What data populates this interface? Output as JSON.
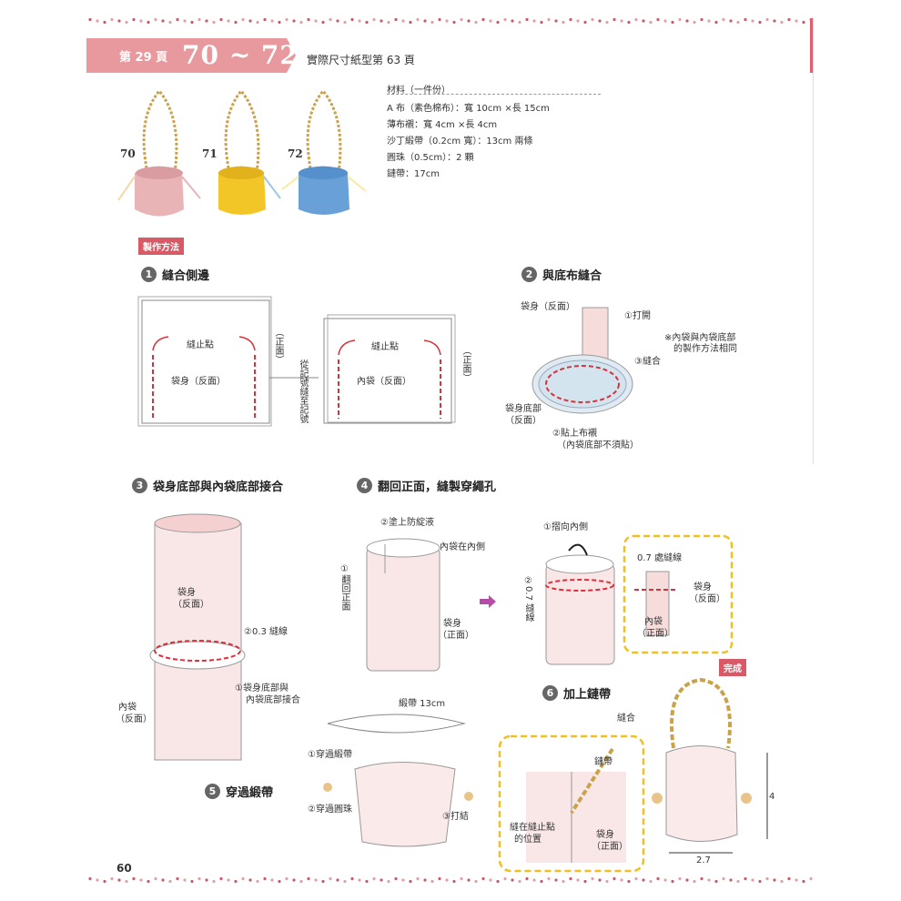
{
  "header": {
    "page_ref": "第 29 頁",
    "range": "70 ~ 72",
    "pattern_note": "實際尺寸紙型第 63 頁"
  },
  "photos": [
    {
      "number": "70",
      "color": "#e9b4b6"
    },
    {
      "number": "71",
      "color": "#f3c628"
    },
    {
      "number": "72",
      "color": "#6aa0d8"
    }
  ],
  "materials": {
    "title": "材料（一件份）",
    "items": [
      "A 布（素色棉布）：寬 10cm ×長 15cm",
      "薄布襯：寬 4cm ×長 4cm",
      "沙丁緞帶（0.2cm 寬）：13cm 兩條",
      "圓珠（0.5cm）：2 顆",
      "鏈帶：17cm"
    ]
  },
  "method_label": "製作方法",
  "steps": [
    {
      "num": "1",
      "title": "縫合側邊"
    },
    {
      "num": "2",
      "title": "與底布縫合"
    },
    {
      "num": "3",
      "title": "袋身底部與內袋底部接合"
    },
    {
      "num": "4",
      "title": "翻回正面，縫製穿繩孔"
    },
    {
      "num": "5",
      "title": "穿過緞帶"
    },
    {
      "num": "6",
      "title": "加上鏈帶"
    }
  ],
  "step1": {
    "stop_point": "縫止點",
    "body_back": "袋身（反面）",
    "front": "（正面）",
    "from_mark": "從記號縫至記號",
    "inner_back": "內袋（反面）",
    "stop_point2": "縫止點",
    "front2": "（正面）"
  },
  "step2": {
    "body_back": "袋身（反面）",
    "open": "①打開",
    "note_line1": "※內袋與內袋底部",
    "note_line2": "的製作方法相同",
    "sew": "③縫合",
    "bottom_line1": "袋身底部",
    "bottom_line2": "（反面）",
    "interfacing_line1": "②貼上布襯",
    "interfacing_line2": "（內袋底部不須貼）"
  },
  "step3": {
    "body_line1": "袋身",
    "body_line2": "（反面）",
    "sew03": "②0.3 縫線",
    "join_line1": "①袋身底部與",
    "join_line2": "內袋底部接合",
    "inner_line1": "內袋",
    "inner_line2": "（反面）"
  },
  "step4": {
    "fray": "②塗上防綻液",
    "inner_inside": "內袋在內側",
    "turn": "①翻回正面",
    "body_line1": "袋身",
    "body_line2": "（正面）",
    "fold_in": "①摺向內側",
    "seam07": "②0.7 縫線",
    "detail_seam": "0.7 處縫線",
    "detail_body_line1": "袋身",
    "detail_body_line2": "（反面）",
    "detail_inner_line1": "內袋",
    "detail_inner_line2": "（正面）"
  },
  "step5": {
    "ribbon": "緞帶 13cm",
    "thread": "①穿過緞帶",
    "bead": "②穿過圓珠",
    "knot": "③打結"
  },
  "step6": {
    "sew": "縫合",
    "chain": "鏈帶",
    "stop_line1": "縫在縫止點",
    "stop_line2": "的位置",
    "body_line1": "袋身",
    "body_line2": "（正面）",
    "done": "完成",
    "height": "4",
    "width": "2.7"
  },
  "page_number": "60",
  "colors": {
    "accent": "#e8999d",
    "red_stitch": "#d8303c",
    "fabric": "#f7dcdc",
    "yellow_dash": "#f0c020",
    "arrow": "#b54ca8"
  }
}
